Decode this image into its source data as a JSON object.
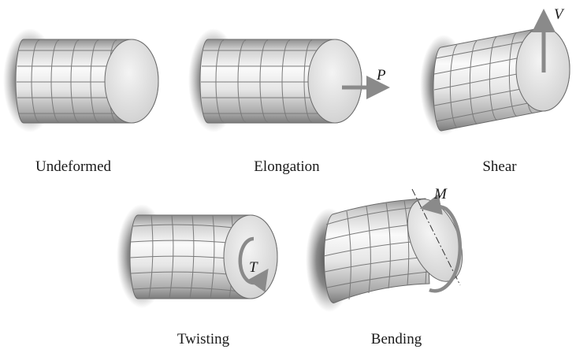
{
  "panels": {
    "undeformed": {
      "caption": "Undeformed"
    },
    "elongation": {
      "caption": "Elongation",
      "symbol": "P"
    },
    "shear": {
      "caption": "Shear",
      "symbol": "V"
    },
    "twisting": {
      "caption": "Twisting",
      "symbol": "T"
    },
    "bending": {
      "caption": "Bending",
      "symbol": "M"
    }
  },
  "colors": {
    "arrow": "#8a8a8a",
    "grid_line": "#7a7a7a",
    "shadow": "#4a4a4a",
    "end_face": "#e2e2e2",
    "text": "#1a1a1a"
  }
}
